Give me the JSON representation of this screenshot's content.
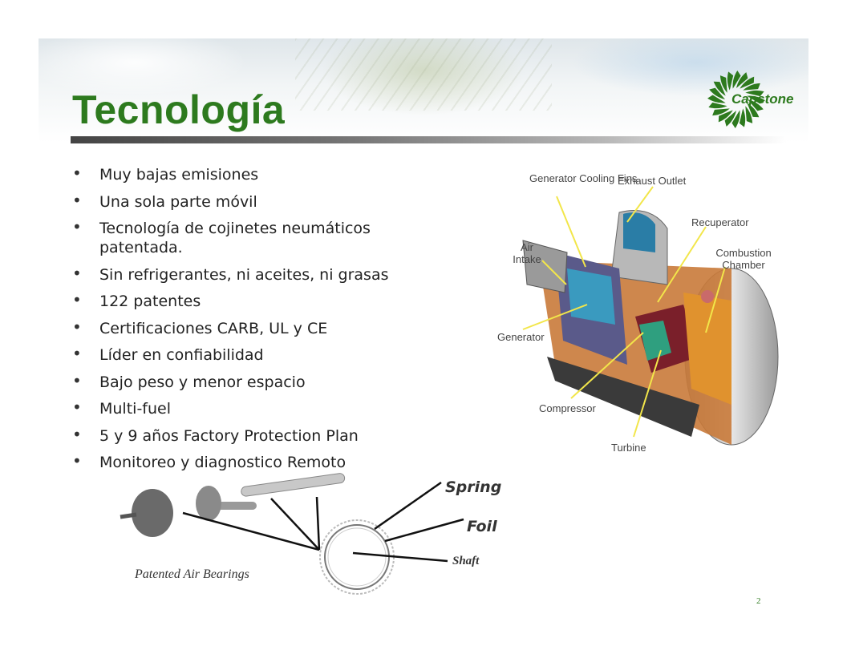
{
  "slide": {
    "title": "Tecnología",
    "page_number": "2",
    "brand_color": "#2d7a1e"
  },
  "logo": {
    "name": "Capstone",
    "icon": "sunburst-swirl-logo"
  },
  "bullets": [
    "Muy bajas emisiones",
    "Una sola parte móvil",
    "Tecnología de cojinetes neumáticos patentada.",
    "Sin refrigerantes, ni aceites, ni grasas",
    "122 patentes",
    "Certificaciones CARB, UL y CE",
    "Líder en confiabilidad",
    "Bajo peso y menor espacio",
    "Multi-fuel",
    "5 y 9 años Factory Protection Plan",
    "Monitoreo y diagnostico Remoto"
  ],
  "turbine_diagram": {
    "labels": {
      "generator_cooling_fins": "Generator Cooling Fins",
      "exhaust_outlet": "Exhaust Outlet",
      "recuperator": "Recuperator",
      "air_intake": "Air Intake",
      "combustion_chamber": "Combustion Chamber",
      "generator": "Generator",
      "compressor": "Compressor",
      "turbine": "Turbine"
    }
  },
  "bearing_diagram": {
    "spring": "Spring",
    "foil": "Foil",
    "shaft": "Shaft",
    "caption": "Patented Air Bearings"
  }
}
